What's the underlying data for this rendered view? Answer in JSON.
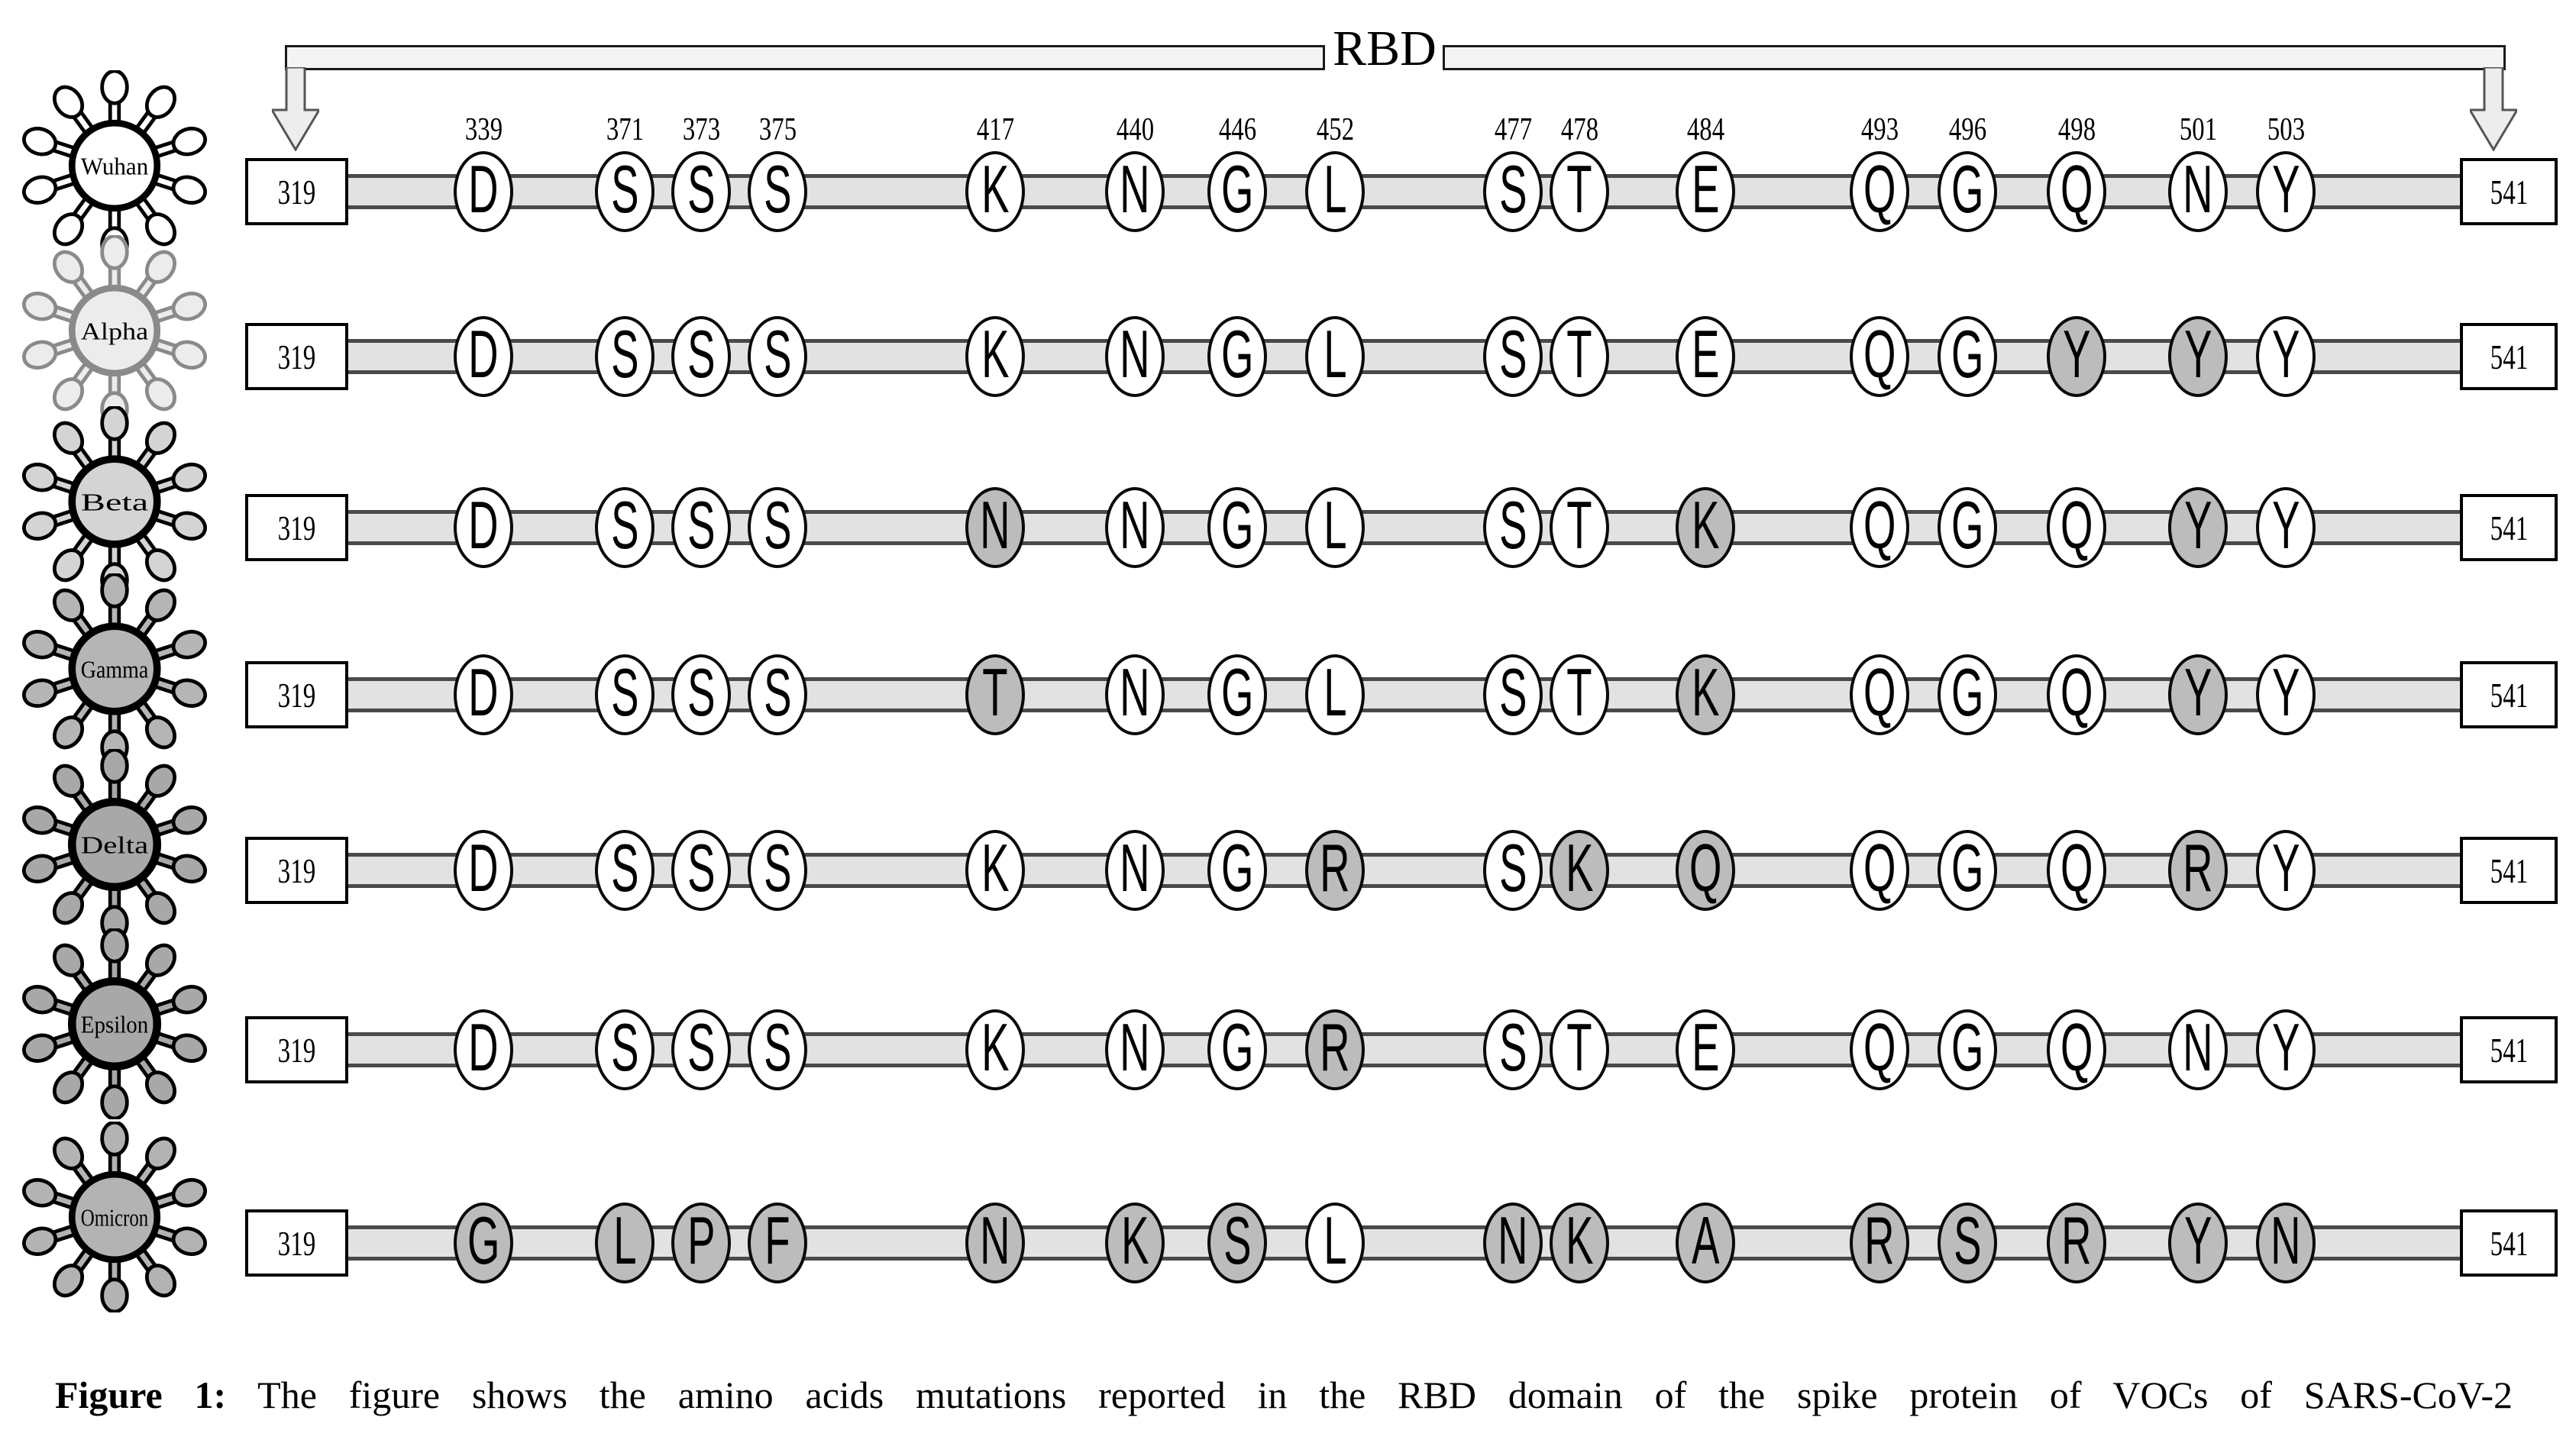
{
  "figure": {
    "rbd_label": "RBD",
    "start_label": "319",
    "end_label": "541",
    "positions": [
      "339",
      "371",
      "373",
      "375",
      "417",
      "440",
      "446",
      "452",
      "477",
      "478",
      "484",
      "493",
      "496",
      "498",
      "501",
      "503"
    ],
    "variants": [
      {
        "name": "Wuhan",
        "icon_fill": "#ffffff",
        "icon_outline": "#000000",
        "outline_width": 9,
        "residues": [
          {
            "aa": "D",
            "mutated": false
          },
          {
            "aa": "S",
            "mutated": false
          },
          {
            "aa": "S",
            "mutated": false
          },
          {
            "aa": "S",
            "mutated": false
          },
          {
            "aa": "K",
            "mutated": false
          },
          {
            "aa": "N",
            "mutated": false
          },
          {
            "aa": "G",
            "mutated": false
          },
          {
            "aa": "L",
            "mutated": false
          },
          {
            "aa": "S",
            "mutated": false
          },
          {
            "aa": "T",
            "mutated": false
          },
          {
            "aa": "E",
            "mutated": false
          },
          {
            "aa": "Q",
            "mutated": false
          },
          {
            "aa": "G",
            "mutated": false
          },
          {
            "aa": "Q",
            "mutated": false
          },
          {
            "aa": "N",
            "mutated": false
          },
          {
            "aa": "Y",
            "mutated": false
          }
        ]
      },
      {
        "name": "Alpha",
        "icon_fill": "#ececec",
        "icon_outline": "#8a8a8a",
        "outline_width": 9,
        "residues": [
          {
            "aa": "D",
            "mutated": false
          },
          {
            "aa": "S",
            "mutated": false
          },
          {
            "aa": "S",
            "mutated": false
          },
          {
            "aa": "S",
            "mutated": false
          },
          {
            "aa": "K",
            "mutated": false
          },
          {
            "aa": "N",
            "mutated": false
          },
          {
            "aa": "G",
            "mutated": false
          },
          {
            "aa": "L",
            "mutated": false
          },
          {
            "aa": "S",
            "mutated": false
          },
          {
            "aa": "T",
            "mutated": false
          },
          {
            "aa": "E",
            "mutated": false
          },
          {
            "aa": "Q",
            "mutated": false
          },
          {
            "aa": "G",
            "mutated": false
          },
          {
            "aa": "Y",
            "mutated": true
          },
          {
            "aa": "Y",
            "mutated": true
          },
          {
            "aa": "Y",
            "mutated": false
          }
        ]
      },
      {
        "name": "Beta",
        "icon_fill": "#d4d4d4",
        "icon_outline": "#000000",
        "outline_width": 10,
        "residues": [
          {
            "aa": "D",
            "mutated": false
          },
          {
            "aa": "S",
            "mutated": false
          },
          {
            "aa": "S",
            "mutated": false
          },
          {
            "aa": "S",
            "mutated": false
          },
          {
            "aa": "N",
            "mutated": true
          },
          {
            "aa": "N",
            "mutated": false
          },
          {
            "aa": "G",
            "mutated": false
          },
          {
            "aa": "L",
            "mutated": false
          },
          {
            "aa": "S",
            "mutated": false
          },
          {
            "aa": "T",
            "mutated": false
          },
          {
            "aa": "K",
            "mutated": true
          },
          {
            "aa": "Q",
            "mutated": false
          },
          {
            "aa": "G",
            "mutated": false
          },
          {
            "aa": "Q",
            "mutated": false
          },
          {
            "aa": "Y",
            "mutated": true
          },
          {
            "aa": "Y",
            "mutated": false
          }
        ]
      },
      {
        "name": "Gamma",
        "icon_fill": "#b5b5b5",
        "icon_outline": "#000000",
        "outline_width": 10,
        "residues": [
          {
            "aa": "D",
            "mutated": false
          },
          {
            "aa": "S",
            "mutated": false
          },
          {
            "aa": "S",
            "mutated": false
          },
          {
            "aa": "S",
            "mutated": false
          },
          {
            "aa": "T",
            "mutated": true
          },
          {
            "aa": "N",
            "mutated": false
          },
          {
            "aa": "G",
            "mutated": false
          },
          {
            "aa": "L",
            "mutated": false
          },
          {
            "aa": "S",
            "mutated": false
          },
          {
            "aa": "T",
            "mutated": false
          },
          {
            "aa": "K",
            "mutated": true
          },
          {
            "aa": "Q",
            "mutated": false
          },
          {
            "aa": "G",
            "mutated": false
          },
          {
            "aa": "Q",
            "mutated": false
          },
          {
            "aa": "Y",
            "mutated": true
          },
          {
            "aa": "Y",
            "mutated": false
          }
        ]
      },
      {
        "name": "Delta",
        "icon_fill": "#a8a8a8",
        "icon_outline": "#000000",
        "outline_width": 11,
        "residues": [
          {
            "aa": "D",
            "mutated": false
          },
          {
            "aa": "S",
            "mutated": false
          },
          {
            "aa": "S",
            "mutated": false
          },
          {
            "aa": "S",
            "mutated": false
          },
          {
            "aa": "K",
            "mutated": false
          },
          {
            "aa": "N",
            "mutated": false
          },
          {
            "aa": "G",
            "mutated": false
          },
          {
            "aa": "R",
            "mutated": true
          },
          {
            "aa": "S",
            "mutated": false
          },
          {
            "aa": "K",
            "mutated": true
          },
          {
            "aa": "Q",
            "mutated": true
          },
          {
            "aa": "Q",
            "mutated": false
          },
          {
            "aa": "G",
            "mutated": false
          },
          {
            "aa": "Q",
            "mutated": false
          },
          {
            "aa": "R",
            "mutated": true
          },
          {
            "aa": "Y",
            "mutated": false
          }
        ]
      },
      {
        "name": "Epsilon",
        "icon_fill": "#a8a8a8",
        "icon_outline": "#000000",
        "outline_width": 11,
        "residues": [
          {
            "aa": "D",
            "mutated": false
          },
          {
            "aa": "S",
            "mutated": false
          },
          {
            "aa": "S",
            "mutated": false
          },
          {
            "aa": "S",
            "mutated": false
          },
          {
            "aa": "K",
            "mutated": false
          },
          {
            "aa": "N",
            "mutated": false
          },
          {
            "aa": "G",
            "mutated": false
          },
          {
            "aa": "R",
            "mutated": true
          },
          {
            "aa": "S",
            "mutated": false
          },
          {
            "aa": "T",
            "mutated": false
          },
          {
            "aa": "E",
            "mutated": false
          },
          {
            "aa": "Q",
            "mutated": false
          },
          {
            "aa": "G",
            "mutated": false
          },
          {
            "aa": "Q",
            "mutated": false
          },
          {
            "aa": "N",
            "mutated": false
          },
          {
            "aa": "Y",
            "mutated": false
          }
        ]
      },
      {
        "name": "Omicron",
        "icon_fill": "#b3b3b3",
        "icon_outline": "#000000",
        "outline_width": 9,
        "residues": [
          {
            "aa": "G",
            "mutated": true
          },
          {
            "aa": "L",
            "mutated": true
          },
          {
            "aa": "P",
            "mutated": true
          },
          {
            "aa": "F",
            "mutated": true
          },
          {
            "aa": "N",
            "mutated": true
          },
          {
            "aa": "K",
            "mutated": true
          },
          {
            "aa": "S",
            "mutated": true
          },
          {
            "aa": "L",
            "mutated": false
          },
          {
            "aa": "N",
            "mutated": true
          },
          {
            "aa": "K",
            "mutated": true
          },
          {
            "aa": "A",
            "mutated": true
          },
          {
            "aa": "R",
            "mutated": true
          },
          {
            "aa": "S",
            "mutated": true
          },
          {
            "aa": "R",
            "mutated": true
          },
          {
            "aa": "Y",
            "mutated": true
          },
          {
            "aa": "N",
            "mutated": true
          }
        ]
      }
    ],
    "caption": {
      "label": "Figure 1:",
      "text": "The figure shows the amino acids mutations reported in the RBD domain of the spike protein of VOCs of SARS-CoV-2"
    },
    "colors": {
      "mutated_fill": "#bcbcbc",
      "normal_fill": "#ffffff",
      "circle_stroke": "#0a0a0a",
      "bar_fill": "#e2e2e2",
      "bar_edge": "#4a4a4a",
      "bracket_fill": "#f4f4f4",
      "bracket_stroke": "#1a1a1a",
      "arrow_fill": "#ededed",
      "arrow_stroke": "#555555"
    }
  }
}
